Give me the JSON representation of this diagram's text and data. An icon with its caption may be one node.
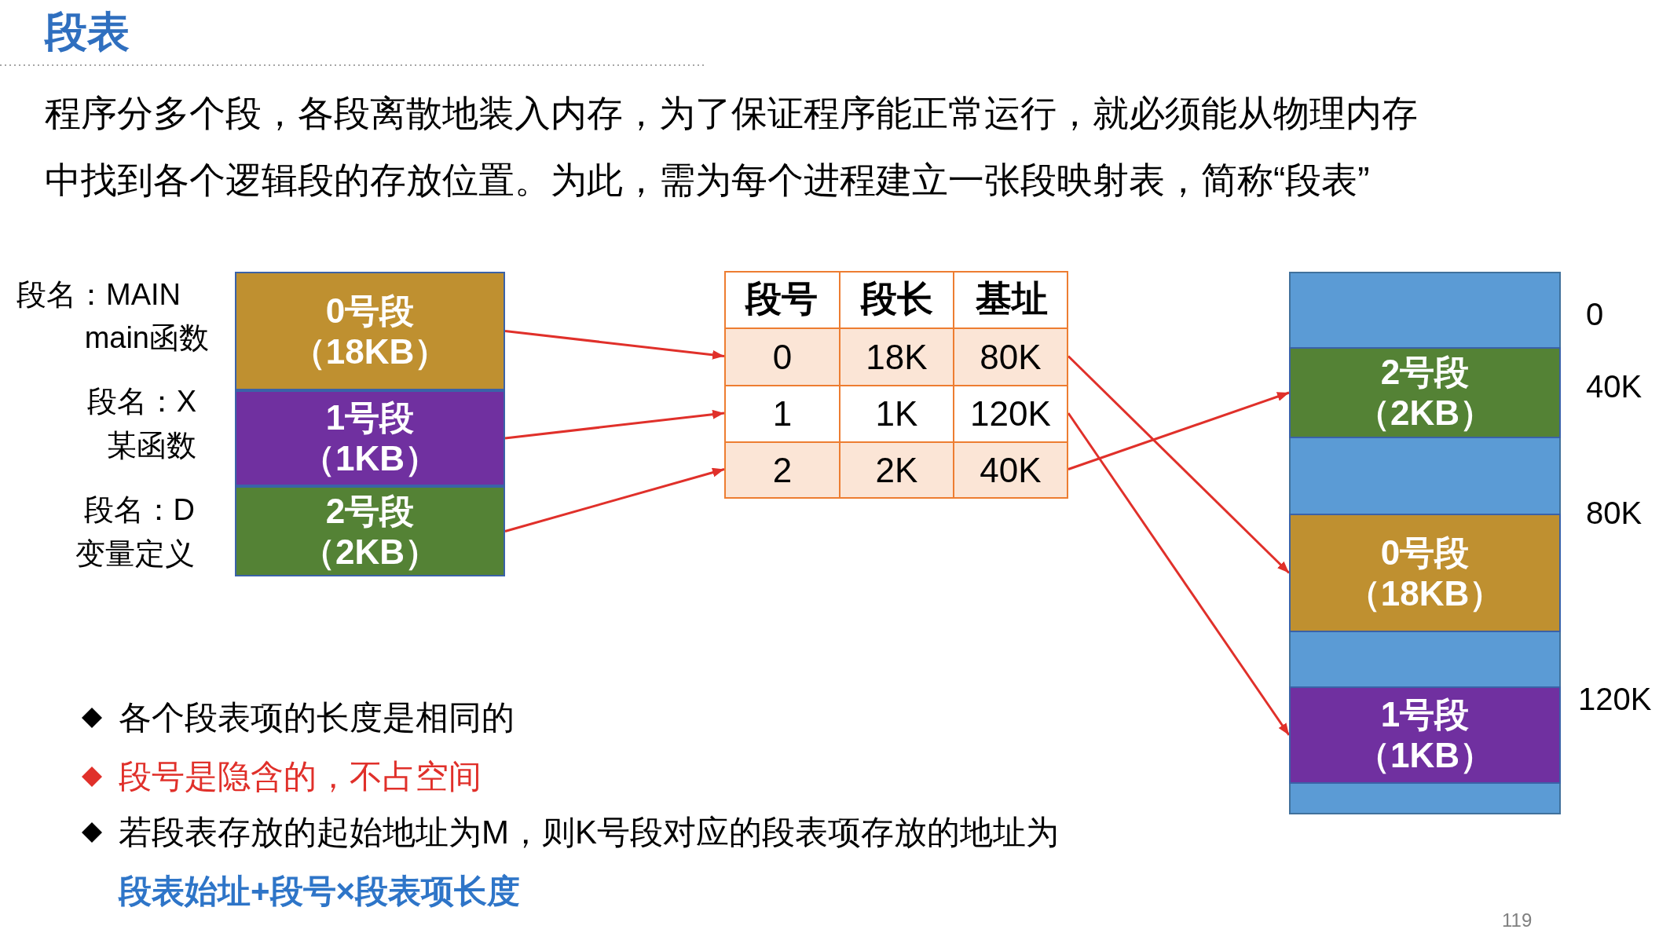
{
  "diagram": {
    "title": "段表",
    "nodes": [
      {
        "text": [
          "0号段",
          "（18KB）"
        ],
        "beside": [
          "段名：MAIN",
          "main函数"
        ]
      },
      {
        "text": [
          "1号段",
          "（1KB）"
        ],
        "beside": [
          "段名：X",
          "某函数"
        ]
      },
      {
        "text": [
          "2号段",
          "（2KB）"
        ],
        "beside": [
          "段名：D",
          "变量定义"
        ]
      },
      {
        "text": [
          "段号",
          "段长",
          "基址"
        ]
      },
      {
        "text": [
          "0",
          "18K",
          "80K"
        ],
        "in": 3
      },
      {
        "text": [
          "1",
          "1K",
          "120K"
        ],
        "in": 3
      },
      {
        "text": [
          "2",
          "2K",
          "40K"
        ],
        "in": 3
      },
      {
        "text": [],
        "shape": "box",
        "beside": [
          "0",
          "40K",
          "80K",
          "120K"
        ]
      },
      {
        "text": [
          "2号段",
          "（2KB）"
        ],
        "in": 7
      },
      {
        "text": [
          "0号段",
          "（18KB）"
        ],
        "in": 7
      },
      {
        "text": [
          "1号段",
          "（1KB）"
        ],
        "in": 7
      }
    ],
    "edges": [
      {
        "from": 0,
        "to": 4,
        "arrow": "to"
      },
      {
        "from": 1,
        "to": 5,
        "arrow": "to"
      },
      {
        "from": 2,
        "to": 6,
        "arrow": "to"
      },
      {
        "from": 4,
        "to": 9,
        "arrow": "to"
      },
      {
        "from": 5,
        "to": 10,
        "arrow": "to"
      },
      {
        "from": 6,
        "to": 8,
        "arrow": "to"
      }
    ],
    "labels": [
      "程序分多个段，各段离散地装入内存，为了保证程序能正常运行，就必须能从物理内存中找到各个逻辑段的存放位置。为此，需为每个进程建立一张段映射表，简称“段表”",
      "各个段表项的长度是相同的",
      "段号是隐含的，不占空间",
      "若段表存放的起始地址为M，则K号段对应的段表项存放的地址为",
      "段表始址+段号×段表项长度",
      "119"
    ]
  }
}
